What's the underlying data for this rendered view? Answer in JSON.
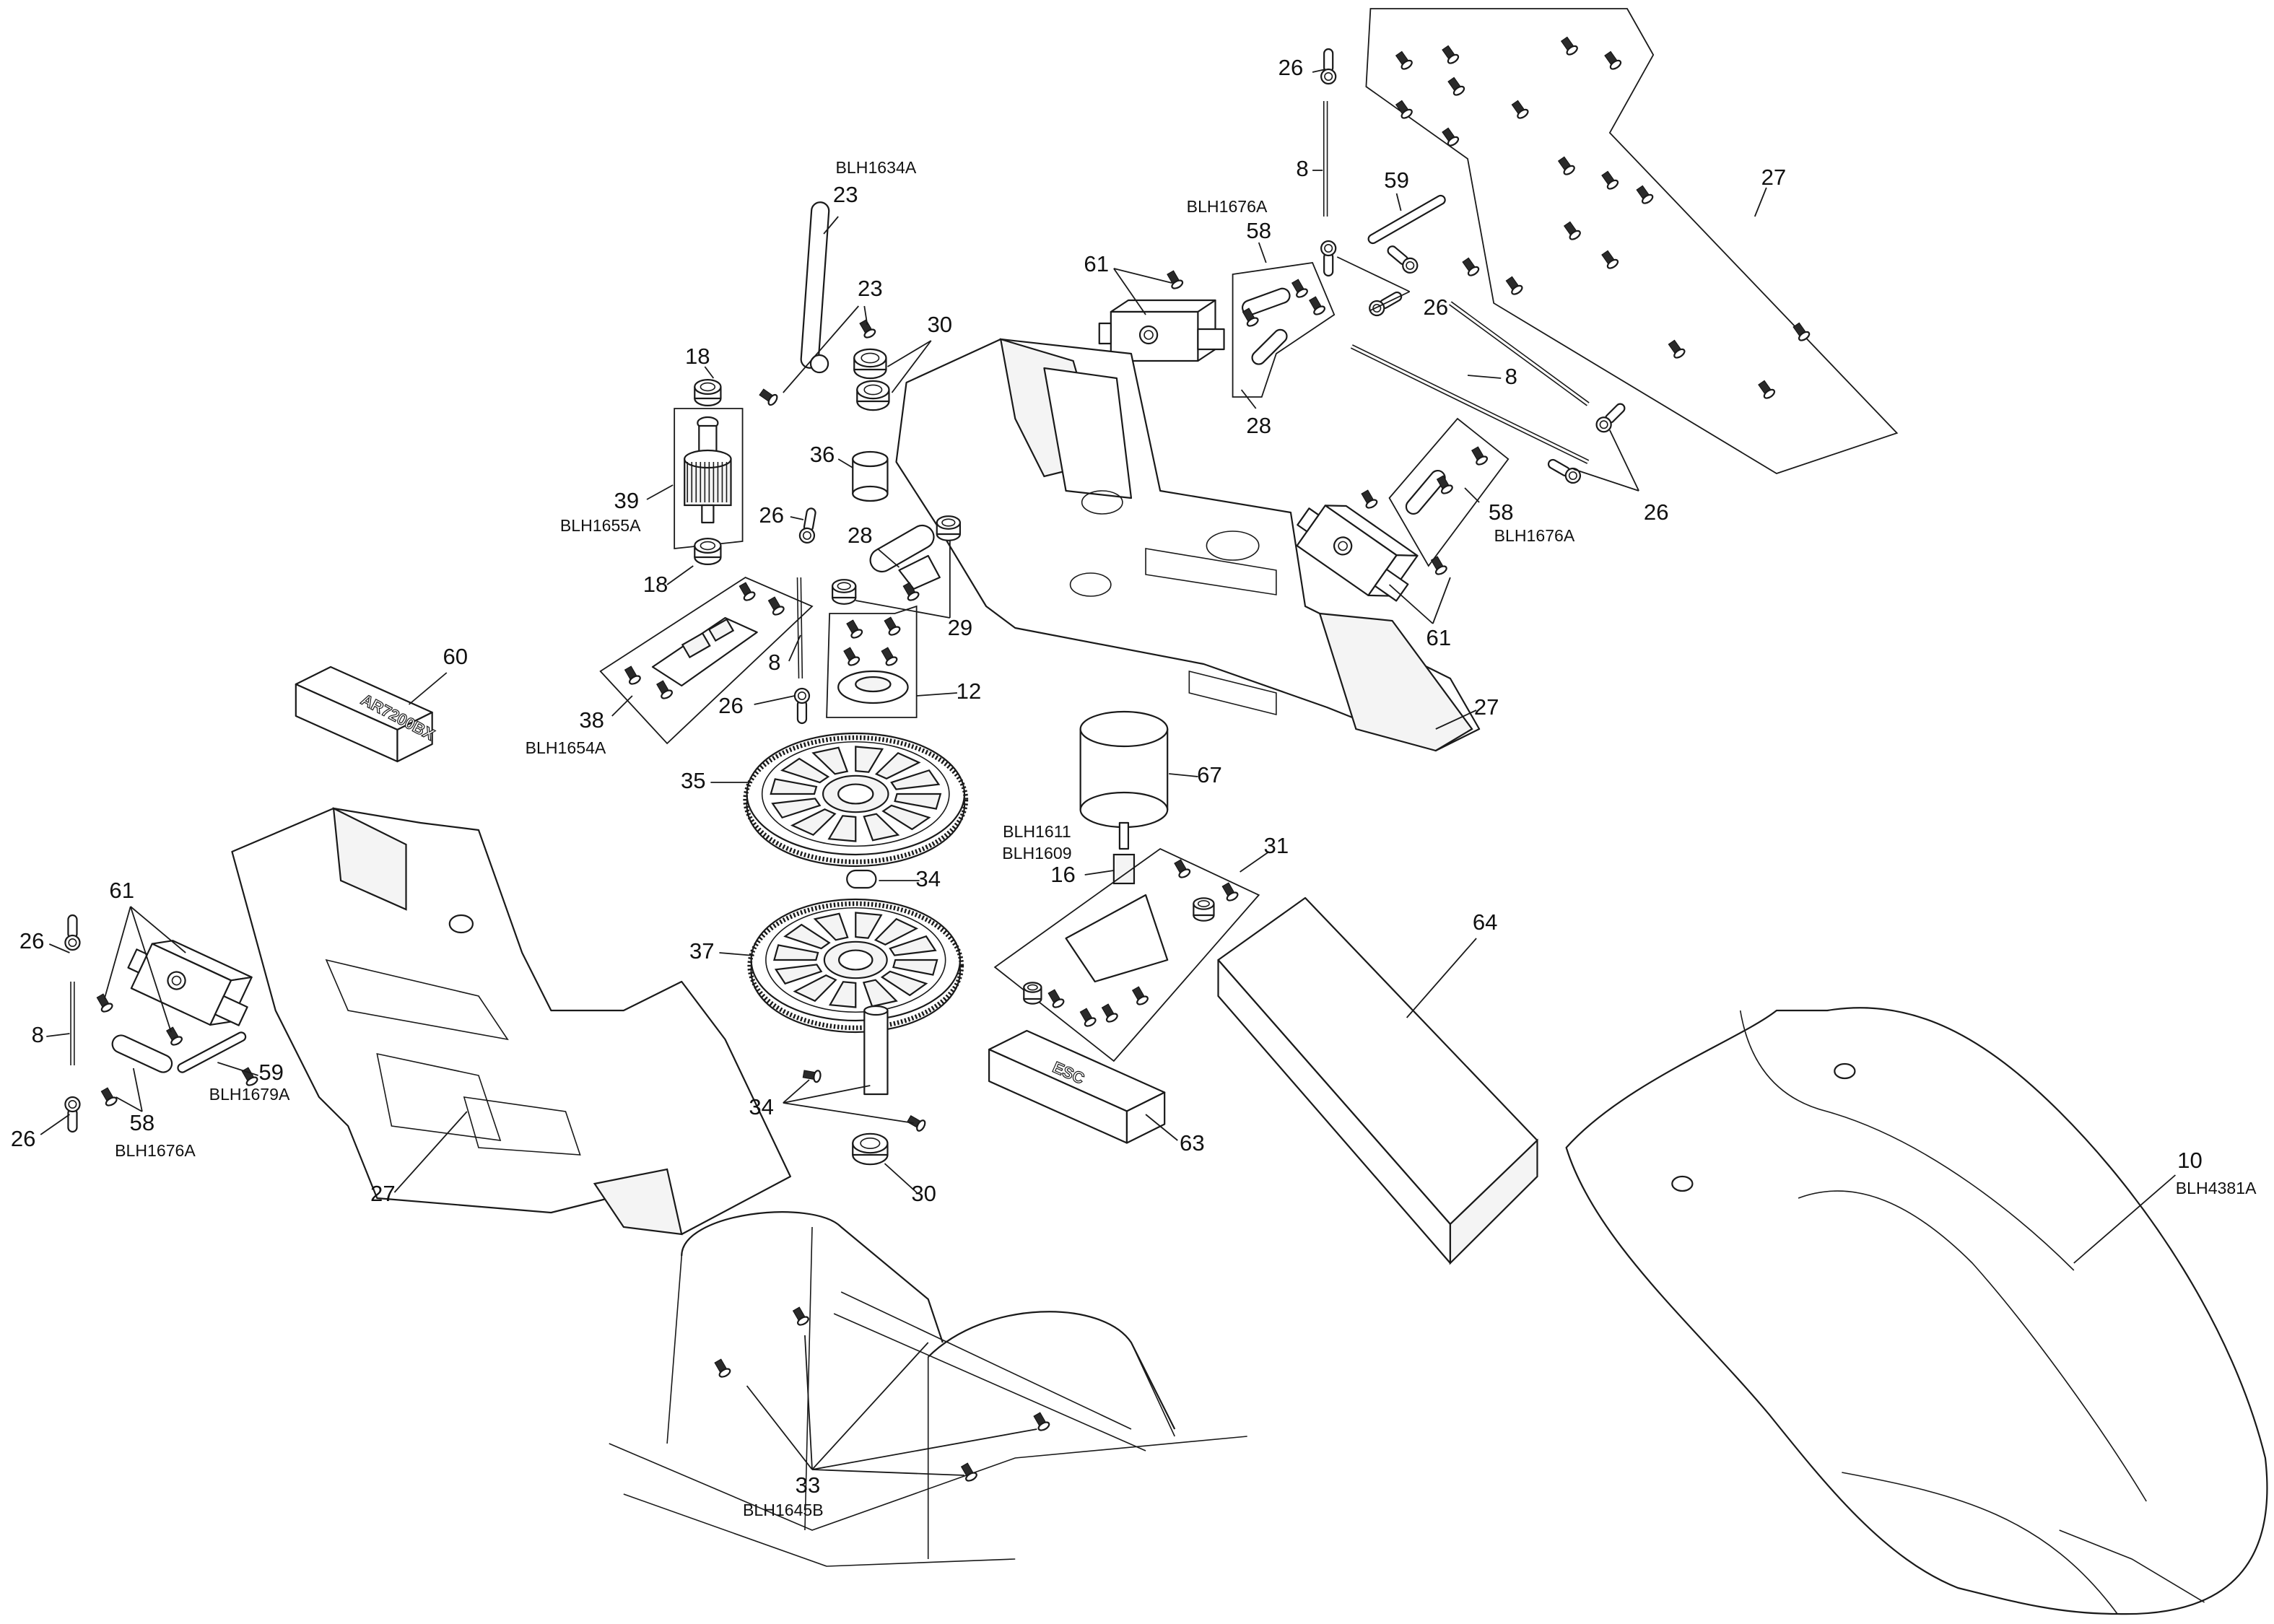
{
  "diagram": {
    "title": "Exploded parts diagram – helicopter main frame assembly",
    "colors": {
      "line": "#1a1a1a",
      "fill": "#ffffff",
      "background": "#ffffff"
    },
    "callouts": [
      {
        "id": "c26-top",
        "number": "26",
        "part_no": ""
      },
      {
        "id": "c8-top",
        "number": "8",
        "part_no": ""
      },
      {
        "id": "c59-top",
        "number": "59",
        "part_no": ""
      },
      {
        "id": "c27-top",
        "number": "27",
        "part_no": ""
      },
      {
        "id": "c58-top",
        "number": "58",
        "part_no": "BLH1676A"
      },
      {
        "id": "c61-top",
        "number": "61",
        "part_no": ""
      },
      {
        "id": "c26-mid-right",
        "number": "26",
        "part_no": ""
      },
      {
        "id": "c8-mid-right",
        "number": "8",
        "part_no": ""
      },
      {
        "id": "c28-top",
        "number": "28",
        "part_no": ""
      },
      {
        "id": "c26-right",
        "number": "26",
        "part_no": ""
      },
      {
        "id": "c58-right",
        "number": "58",
        "part_no": "BLH1676A"
      },
      {
        "id": "c61-right",
        "number": "61",
        "part_no": ""
      },
      {
        "id": "c27-right",
        "number": "27",
        "part_no": ""
      },
      {
        "id": "c23-top",
        "number": "23",
        "part_no": "BLH1634A"
      },
      {
        "id": "c23-screw",
        "number": "23",
        "part_no": ""
      },
      {
        "id": "c30-top",
        "number": "30",
        "part_no": ""
      },
      {
        "id": "c18-top",
        "number": "18",
        "part_no": ""
      },
      {
        "id": "c39",
        "number": "39",
        "part_no": "BLH1655A"
      },
      {
        "id": "c18-bottom",
        "number": "18",
        "part_no": ""
      },
      {
        "id": "c36",
        "number": "36",
        "part_no": ""
      },
      {
        "id": "c26-center",
        "number": "26",
        "part_no": ""
      },
      {
        "id": "c28-center",
        "number": "28",
        "part_no": ""
      },
      {
        "id": "c29",
        "number": "29",
        "part_no": ""
      },
      {
        "id": "c8-center",
        "number": "8",
        "part_no": ""
      },
      {
        "id": "c12",
        "number": "12",
        "part_no": ""
      },
      {
        "id": "c26-center-low",
        "number": "26",
        "part_no": ""
      },
      {
        "id": "c38",
        "number": "38",
        "part_no": "BLH1654A"
      },
      {
        "id": "c60",
        "number": "60",
        "part_no": ""
      },
      {
        "id": "c35",
        "number": "35",
        "part_no": ""
      },
      {
        "id": "c67",
        "number": "67",
        "part_no": ""
      },
      {
        "id": "c16",
        "number": "16",
        "part_no": "BLH1611\nBLH1609"
      },
      {
        "id": "c31",
        "number": "31",
        "part_no": ""
      },
      {
        "id": "c34-top",
        "number": "34",
        "part_no": ""
      },
      {
        "id": "c37",
        "number": "37",
        "part_no": ""
      },
      {
        "id": "c64",
        "number": "64",
        "part_no": ""
      },
      {
        "id": "c34-bottom",
        "number": "34",
        "part_no": ""
      },
      {
        "id": "c63",
        "number": "63",
        "part_no": ""
      },
      {
        "id": "c30-bottom",
        "number": "30",
        "part_no": ""
      },
      {
        "id": "c10",
        "number": "10",
        "part_no": "BLH4381A"
      },
      {
        "id": "c61-left",
        "number": "61",
        "part_no": ""
      },
      {
        "id": "c26-left-top",
        "number": "26",
        "part_no": ""
      },
      {
        "id": "c8-left",
        "number": "8",
        "part_no": ""
      },
      {
        "id": "c59-left",
        "number": "59",
        "part_no": "BLH1679A"
      },
      {
        "id": "c58-left",
        "number": "58",
        "part_no": "BLH1676A"
      },
      {
        "id": "c26-left-bottom",
        "number": "26",
        "part_no": ""
      },
      {
        "id": "c27-left",
        "number": "27",
        "part_no": ""
      },
      {
        "id": "c33",
        "number": "33",
        "part_no": "BLH1645B"
      }
    ],
    "engraved_labels": {
      "receiver": "AR7200BX",
      "esc": "ESC"
    },
    "parts": [
      {
        "id": "p10",
        "name": "canopy",
        "icon": "canopy-icon"
      },
      {
        "id": "p27",
        "name": "main frame (left/right)",
        "icon": "frame-icon"
      },
      {
        "id": "p35",
        "name": "main gear",
        "icon": "gear-icon"
      },
      {
        "id": "p37",
        "name": "auto-rotation gear",
        "icon": "gear-icon"
      },
      {
        "id": "p67",
        "name": "motor",
        "icon": "motor-icon"
      },
      {
        "id": "p64",
        "name": "battery",
        "icon": "battery-icon"
      },
      {
        "id": "p63",
        "name": "ESC",
        "icon": "esc-icon"
      },
      {
        "id": "p60",
        "name": "flybarless receiver",
        "icon": "receiver-icon"
      },
      {
        "id": "p33",
        "name": "landing gear",
        "icon": "landing-gear-icon"
      },
      {
        "id": "p61",
        "name": "servo",
        "icon": "servo-icon"
      }
    ]
  }
}
